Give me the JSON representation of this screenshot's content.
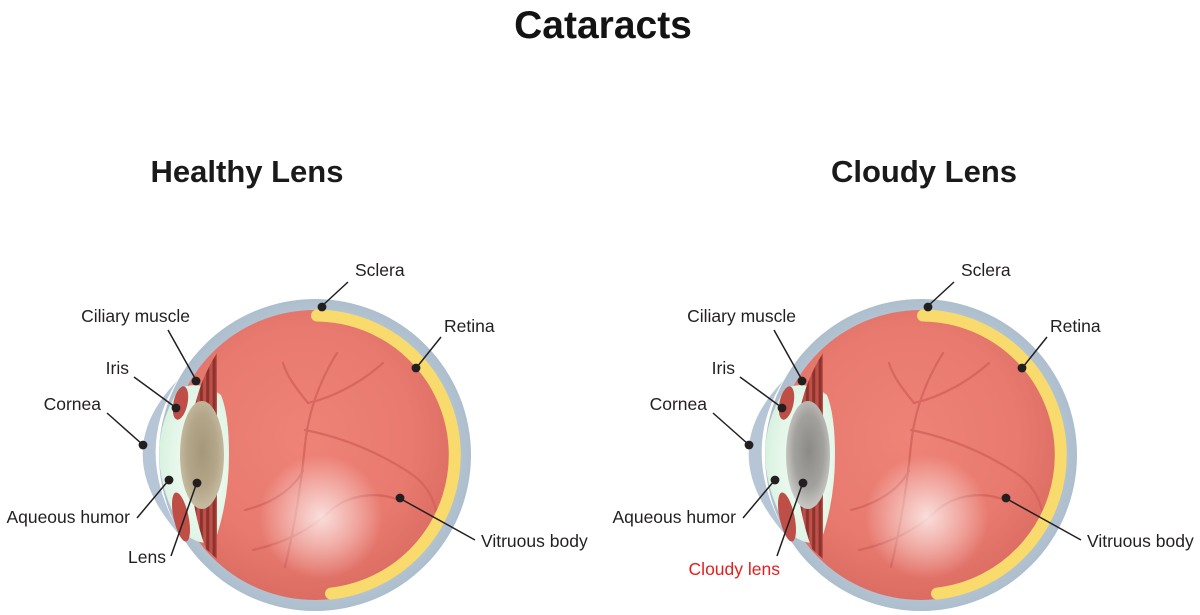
{
  "title": "Cataracts",
  "panels": [
    {
      "heading": "Healthy Lens",
      "lens_state": "healthy",
      "labels": {
        "sclera": "Sclera",
        "ciliary_muscle": "Ciliary muscle",
        "iris": "Iris",
        "cornea": "Cornea",
        "aqueous_humor": "Aqueous humor",
        "lens": "Lens",
        "retina": "Retina",
        "vitreous_body": "Vitruous body"
      }
    },
    {
      "heading": "Cloudy Lens",
      "lens_state": "cloudy",
      "labels": {
        "sclera": "Sclera",
        "ciliary_muscle": "Ciliary muscle",
        "iris": "Iris",
        "cornea": "Cornea",
        "aqueous_humor": "Aqueous humor",
        "lens": "Cloudy lens",
        "retina": "Retina",
        "vitreous_body": "Vitruous body"
      }
    }
  ],
  "colors": {
    "background": "#ffffff",
    "sclera_ring": "#b7c6d6",
    "retina_band": "#f8db6c",
    "vitreous_body": "#e87a6f",
    "blood_vessels": "#d2625b",
    "cornea_aqueous": "#e6f7ea",
    "ciliary_muscle_dark": "#8d332d",
    "ciliary_muscle_light": "#bd5049",
    "iris": "#bf4e46",
    "lens_healthy": "#b4a689",
    "lens_cloudy": "#a2a19d",
    "label_text": "#231f20",
    "cloudy_label_text": "#e31e1e"
  }
}
